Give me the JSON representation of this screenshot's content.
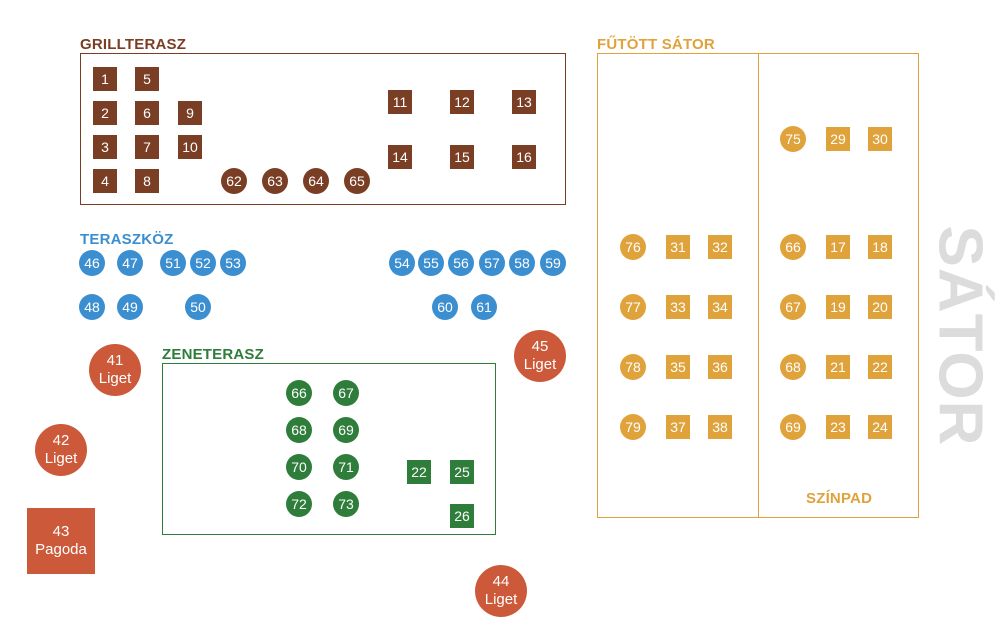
{
  "colors": {
    "grill": "#7a3e24",
    "teraszkoz": "#3b8fd0",
    "zeneterasz": "#2e7d3a",
    "sator": "#e0a23a",
    "liget": "#cc5a3a",
    "big_label": "#dcdcdc"
  },
  "zones": {
    "grillterasz": "GRILLTERASZ",
    "teraszkoz": "TERASZKÖZ",
    "zeneterasz": "ZENETERASZ",
    "futott_sator": "FŰTÖTT SÁTOR",
    "szinpad": "SZÍNPAD",
    "sator_big": "SÁTOR"
  },
  "tables": {
    "grill_squares": [
      "1",
      "5",
      "2",
      "6",
      "9",
      "3",
      "7",
      "10",
      "4",
      "8",
      "11",
      "12",
      "13",
      "14",
      "15",
      "16"
    ],
    "grill_rounds": [
      "62",
      "63",
      "64",
      "65"
    ],
    "teraszkoz": [
      "46",
      "47",
      "51",
      "52",
      "53",
      "54",
      "55",
      "56",
      "57",
      "58",
      "59",
      "48",
      "49",
      "50",
      "60",
      "61"
    ],
    "zene_rounds": [
      "66",
      "67",
      "68",
      "69",
      "70",
      "71",
      "72",
      "73"
    ],
    "zene_squares": [
      "22",
      "25",
      "26"
    ],
    "futott_rounds": [
      "76",
      "77",
      "78",
      "79"
    ],
    "futott_squares": [
      "31",
      "32",
      "33",
      "34",
      "35",
      "36",
      "37",
      "38"
    ],
    "stage_rounds": [
      "75",
      "66",
      "67",
      "68",
      "69"
    ],
    "stage_squares": [
      "29",
      "30",
      "17",
      "18",
      "19",
      "20",
      "21",
      "22",
      "23",
      "24"
    ]
  },
  "specials": [
    {
      "num": "41",
      "name": "Liget"
    },
    {
      "num": "42",
      "name": "Liget"
    },
    {
      "num": "43",
      "name": "Pagoda"
    },
    {
      "num": "44",
      "name": "Liget"
    },
    {
      "num": "45",
      "name": "Liget"
    }
  ]
}
